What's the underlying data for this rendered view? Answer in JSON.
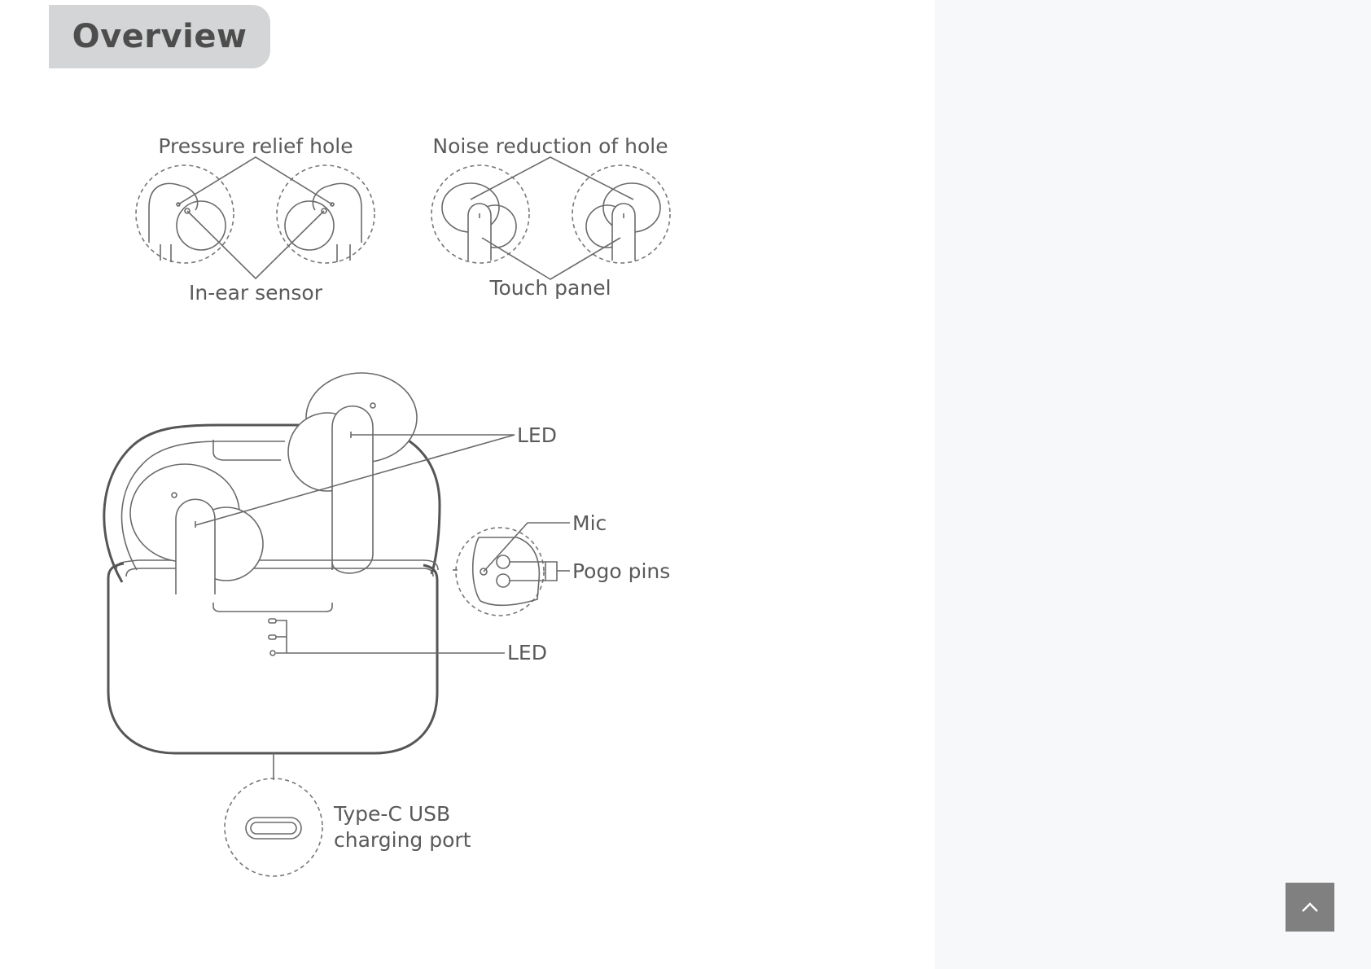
{
  "section": {
    "title": "Overview"
  },
  "labels": {
    "pressure_relief_hole": "Pressure relief hole",
    "noise_reduction_hole": "Noise reduction of hole",
    "in_ear_sensor": "In-ear sensor",
    "touch_panel": "Touch panel",
    "led_earbud": "LED",
    "mic": "Mic",
    "pogo_pins": "Pogo pins",
    "led_case": "LED",
    "usb_line1": "Type-C USB",
    "usb_line2": "charging port"
  },
  "scroll_top": {
    "icon": "chevron-up-icon"
  }
}
